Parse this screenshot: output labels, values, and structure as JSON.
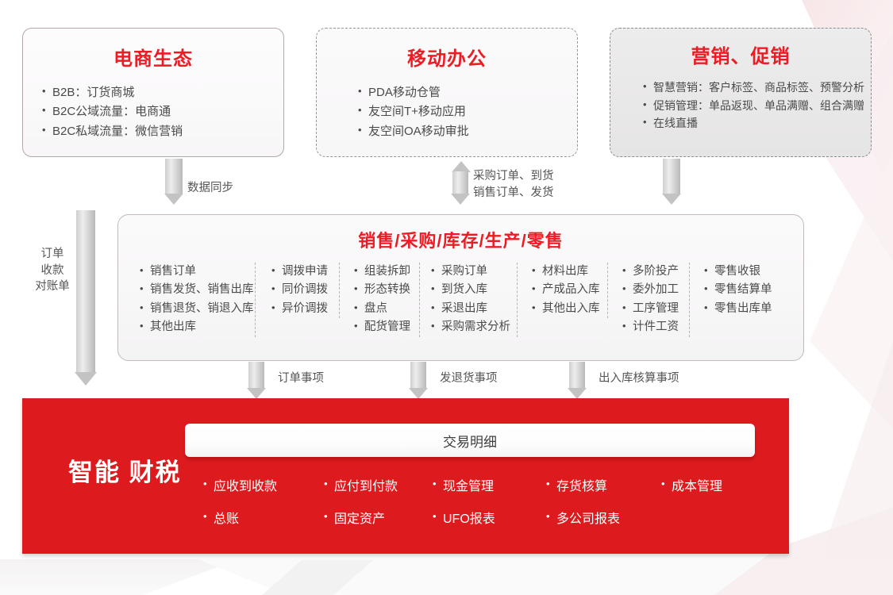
{
  "colors": {
    "brand_red": "#dd1b1f",
    "title_red": "#ec1c24",
    "arrow_gray": "#c3c3c3",
    "body_text": "#4a4a4a",
    "panel_border": "#b3a7ad"
  },
  "top_panels": [
    {
      "name": "ecommerce-ecosystem",
      "title": "电商生态",
      "style": "solid",
      "items": [
        "B2B：订货商城",
        "B2C公域流量：电商通",
        "B2C私域流量：微信营销"
      ]
    },
    {
      "name": "mobile-office",
      "title": "移动办公",
      "style": "dashed",
      "items": [
        "PDA移动仓管",
        "友空间T+移动应用",
        "友空间OA移动审批"
      ]
    },
    {
      "name": "marketing-promotion",
      "title": "营销、促销",
      "style": "dashed-gray",
      "items": [
        "智慧营销：客户标签、商品标签、预警分析",
        "促销管理：单品返现、单品满赠、组合满赠",
        "在线直播"
      ]
    }
  ],
  "middle_panel": {
    "title": "销售/采购/库存/生产/零售",
    "columns": [
      {
        "name": "sales",
        "items": [
          "销售订单",
          "销售发货、销售出库",
          "销售退货、销退入库",
          "其他出库"
        ]
      },
      {
        "name": "transfer",
        "items": [
          "调拨申请",
          "同价调拨",
          "异价调拨"
        ]
      },
      {
        "name": "assembly",
        "items": [
          "组装拆卸",
          "形态转换",
          "盘点",
          "配货管理"
        ]
      },
      {
        "name": "purchase",
        "items": [
          "采购订单",
          "到货入库",
          "采退出库",
          "采购需求分析"
        ]
      },
      {
        "name": "materials",
        "items": [
          "材料出库",
          "产成品入库",
          "其他出入库"
        ]
      },
      {
        "name": "production",
        "items": [
          "多阶投产",
          "委外加工",
          "工序管理",
          "计件工资"
        ]
      },
      {
        "name": "retail",
        "items": [
          "零售收银",
          "零售结算单",
          "零售出库单"
        ]
      }
    ]
  },
  "bottom_panel": {
    "title": "智能\n财税",
    "transaction_bar_label": "交易明细",
    "columns": [
      {
        "name": "receivable",
        "items": [
          "应收到收款",
          "总账"
        ]
      },
      {
        "name": "payable",
        "items": [
          "应付到付款",
          "固定资产"
        ]
      },
      {
        "name": "cash",
        "items": [
          "现金管理",
          "UFO报表"
        ]
      },
      {
        "name": "inventory",
        "items": [
          "存货核算",
          "多公司报表"
        ]
      },
      {
        "name": "cost",
        "items": [
          "成本管理"
        ]
      }
    ]
  },
  "arrows": {
    "data_sync": "数据同步",
    "left_flow": "订单\n收款\n对账单",
    "bidirectional": "采购订单、到货\n销售订单、发货",
    "marketing_down": "",
    "order_matters": "订单事项",
    "return_matters": "发退货事项",
    "warehouse_matters": "出入库核算事项"
  }
}
